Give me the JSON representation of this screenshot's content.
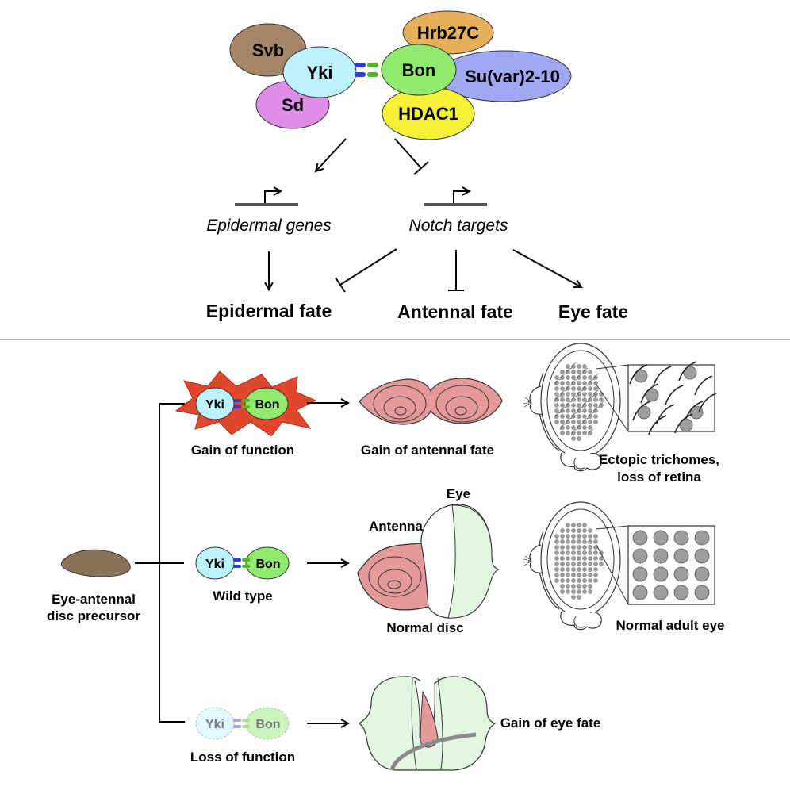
{
  "top": {
    "proteins": {
      "svb": "Svb",
      "yki": "Yki",
      "sd": "Sd",
      "hrb27c": "Hrb27C",
      "bon": "Bon",
      "suvar": "Su(var)2-10",
      "hdac1": "HDAC1"
    },
    "genes": {
      "epidermal": "Epidermal genes",
      "notch": "Notch targets"
    },
    "fates": {
      "epidermal": "Epidermal fate",
      "antennal": "Antennal fate",
      "eye": "Eye fate"
    }
  },
  "bottom": {
    "precursor": {
      "line1": "Eye-antennal",
      "line2": "disc precursor"
    },
    "conditions": {
      "gain": {
        "label": "Gain of function",
        "yki": "Yki",
        "bon": "Bon",
        "disc": "Gain of antennal fate",
        "eye_line1": "Ectopic trichomes,",
        "eye_line2": "loss of retina"
      },
      "wild": {
        "label": "Wild type",
        "yki": "Yki",
        "bon": "Bon",
        "disc": "Normal disc",
        "eye_label": "Eye",
        "antenna_label": "Antenna",
        "adult": "Normal adult eye"
      },
      "loss": {
        "label": "Loss of function",
        "yki": "Yki",
        "bon": "Bon",
        "disc": "Gain of eye fate"
      }
    }
  },
  "colors": {
    "yki": "#bdf1fb",
    "bon": "#8fea6f",
    "svb": "#a58669",
    "sd": "#df8ee7",
    "hrb27c": "#e6b15a",
    "suvar": "#9fa9f3",
    "hdac1": "#f7f136",
    "antenna_pink": "#e59a99",
    "eye_green": "#e3f6e1",
    "star_red": "#e0472b",
    "precursor": "#8a735b"
  }
}
